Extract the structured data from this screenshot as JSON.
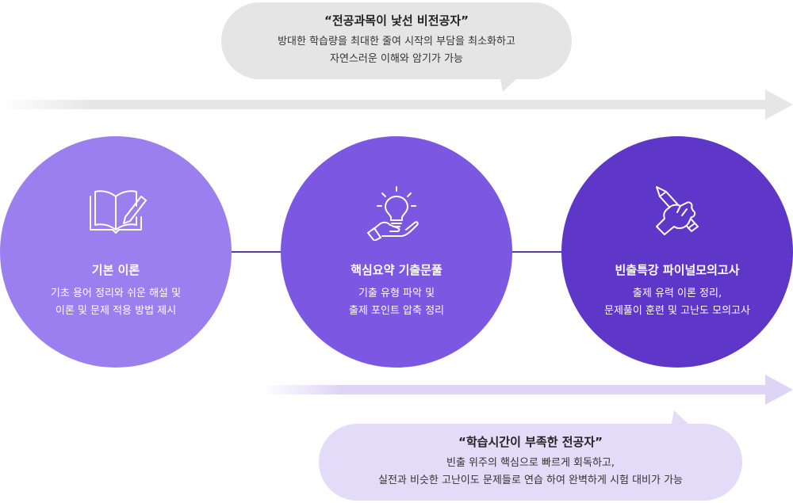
{
  "top_bubble": {
    "title": "“전공과목이 낯선 비전공자”",
    "lines": [
      "방대한 학습량을 최대한 줄여  시작의 부담을 최소화하고",
      "자연스러운 이해와 암기가 가능"
    ]
  },
  "bottom_bubble": {
    "title": "“학습시간이 부족한 전공자”",
    "lines": [
      "빈출 위주의 핵심으로 빠르게 회독하고,",
      "실전과 비슷한 고난이도 문제들로 연습 하여 완벽하게 시험 대비가 가능"
    ]
  },
  "stages": [
    {
      "icon": "open-book-pencil-icon",
      "title": "기본 이론",
      "lines": [
        "기초 용어 정리와 쉬운 해설 및",
        "이론 및 문제 적용 방법 제시"
      ]
    },
    {
      "icon": "lightbulb-hand-icon",
      "title": "핵심요약 기출문풀",
      "lines": [
        "기출 유형 파악 및",
        "출제 포인트 압축 정리"
      ]
    },
    {
      "icon": "hand-pencil-icon",
      "title": "빈출특강 파이널모의고사",
      "lines": [
        "출제 유력 이론 정리,",
        "문제풀이 훈련 및 고난도 모의고사"
      ]
    }
  ],
  "colors": {
    "stage1": "#9b7fee",
    "stage2": "#7c57e2",
    "stage3": "#5e36c8",
    "top_band": "#e6e6e6",
    "bottom_band": "#ddd4f7",
    "connector": "#5a3aa8"
  }
}
